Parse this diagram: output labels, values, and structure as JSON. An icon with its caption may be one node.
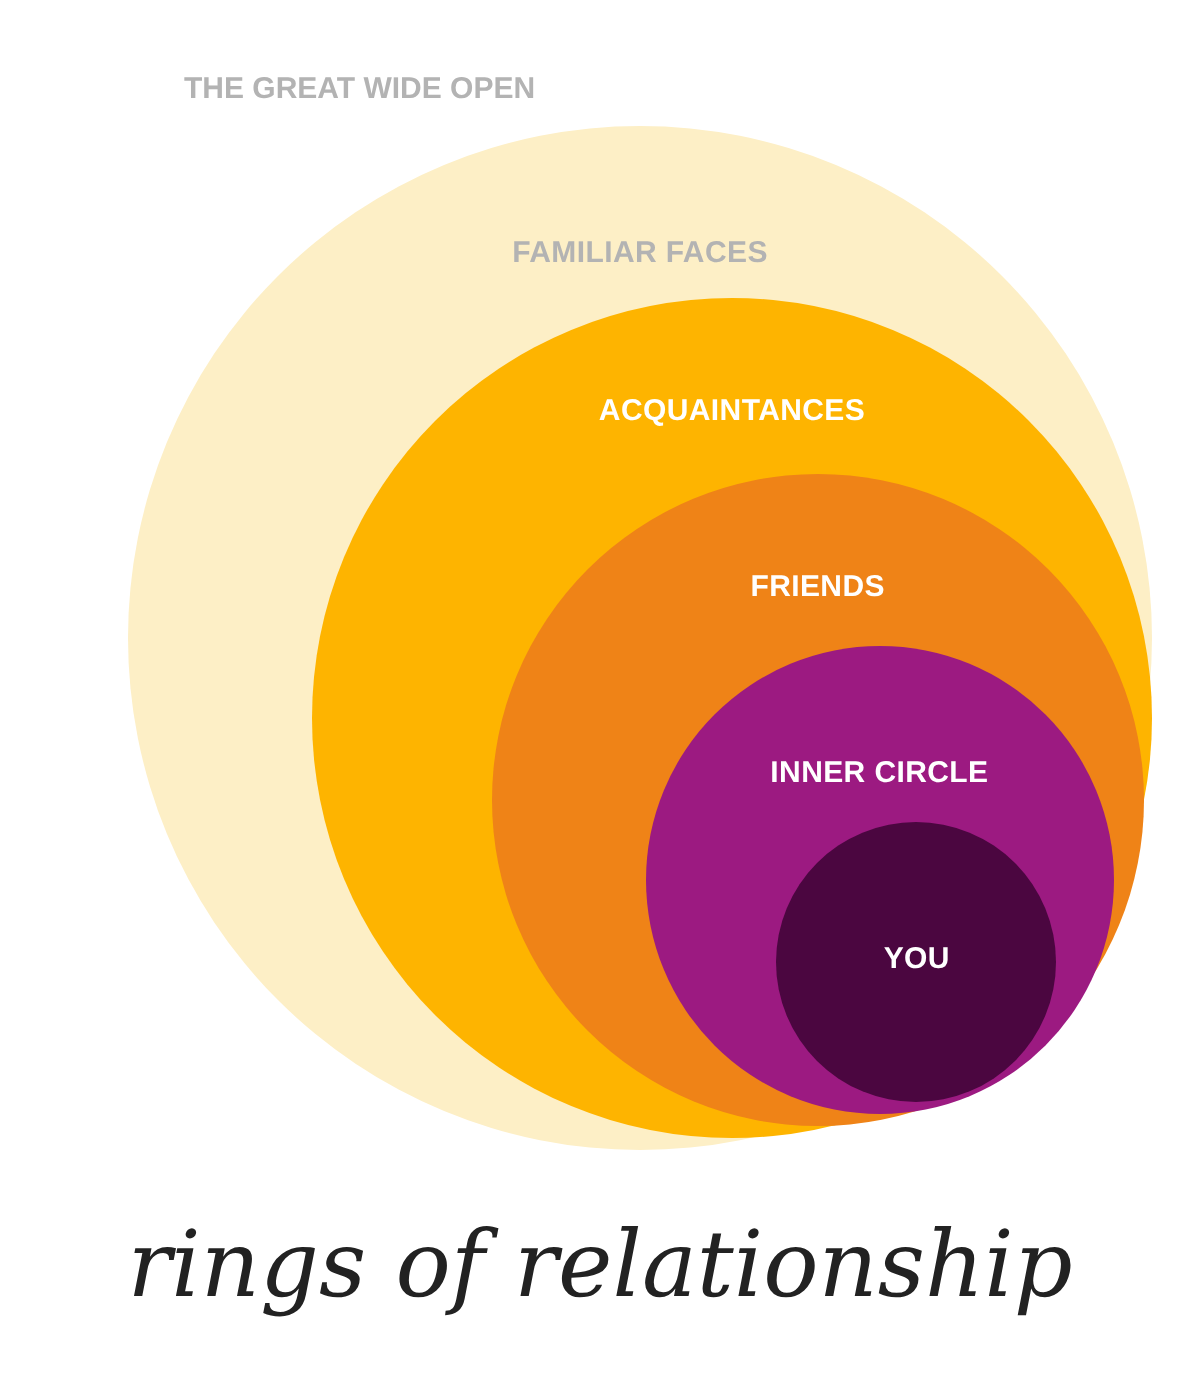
{
  "diagram": {
    "caption": "rings of relationship",
    "nodes": [
      {
        "text": [
          "FAMILIAR FACES"
        ]
      },
      {
        "text": [
          "ACQUAINTANCES"
        ],
        "in": 0
      },
      {
        "text": [
          "FRIENDS"
        ],
        "in": 1
      },
      {
        "text": [
          "INNER CIRCLE"
        ],
        "in": 2
      },
      {
        "text": [
          "YOU"
        ],
        "in": 3
      }
    ],
    "labels": [
      "THE GREAT WIDE OPEN"
    ]
  }
}
